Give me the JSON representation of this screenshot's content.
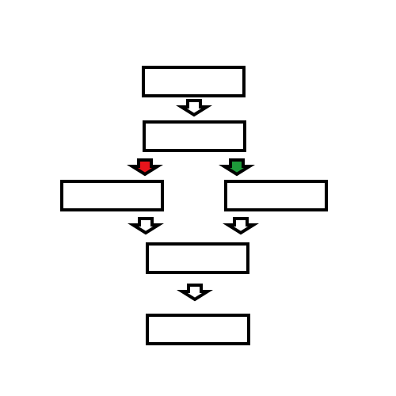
{
  "diagram": {
    "type": "flowchart",
    "nodes": [
      {
        "id": "step-1",
        "label": ""
      },
      {
        "id": "step-2",
        "label": ""
      },
      {
        "id": "branch-left",
        "label": ""
      },
      {
        "id": "branch-right",
        "label": ""
      },
      {
        "id": "merge-step",
        "label": ""
      },
      {
        "id": "final-step",
        "label": ""
      }
    ],
    "edges": [
      {
        "from": "step-1",
        "to": "step-2",
        "color": "#ffffff"
      },
      {
        "from": "step-2",
        "to": "branch-left",
        "color": "#e8141b"
      },
      {
        "from": "step-2",
        "to": "branch-right",
        "color": "#1e9a3a"
      },
      {
        "from": "branch-left",
        "to": "merge-step",
        "color": "#ffffff"
      },
      {
        "from": "branch-right",
        "to": "merge-step",
        "color": "#ffffff"
      },
      {
        "from": "merge-step",
        "to": "final-step",
        "color": "#ffffff"
      }
    ],
    "colors": {
      "stroke": "#000000",
      "background": "#ffffff",
      "negative_branch": "#e8141b",
      "positive_branch": "#1e9a3a"
    }
  }
}
